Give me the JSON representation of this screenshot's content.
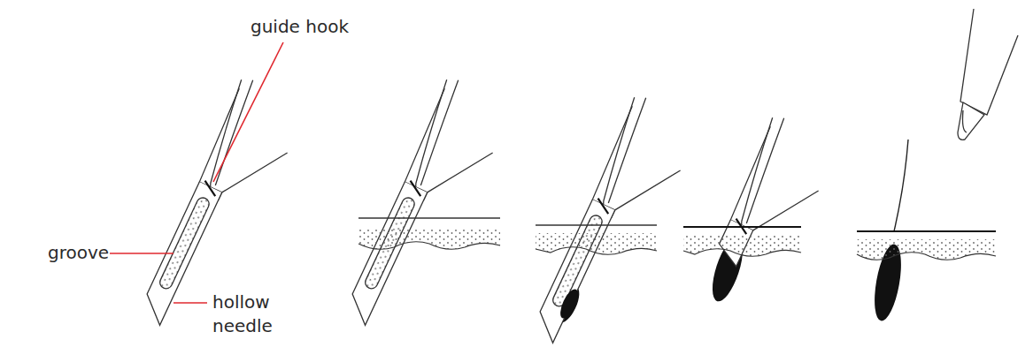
{
  "diagram": {
    "labels": [
      "guide hook",
      "groove",
      "hollow needle"
    ]
  }
}
